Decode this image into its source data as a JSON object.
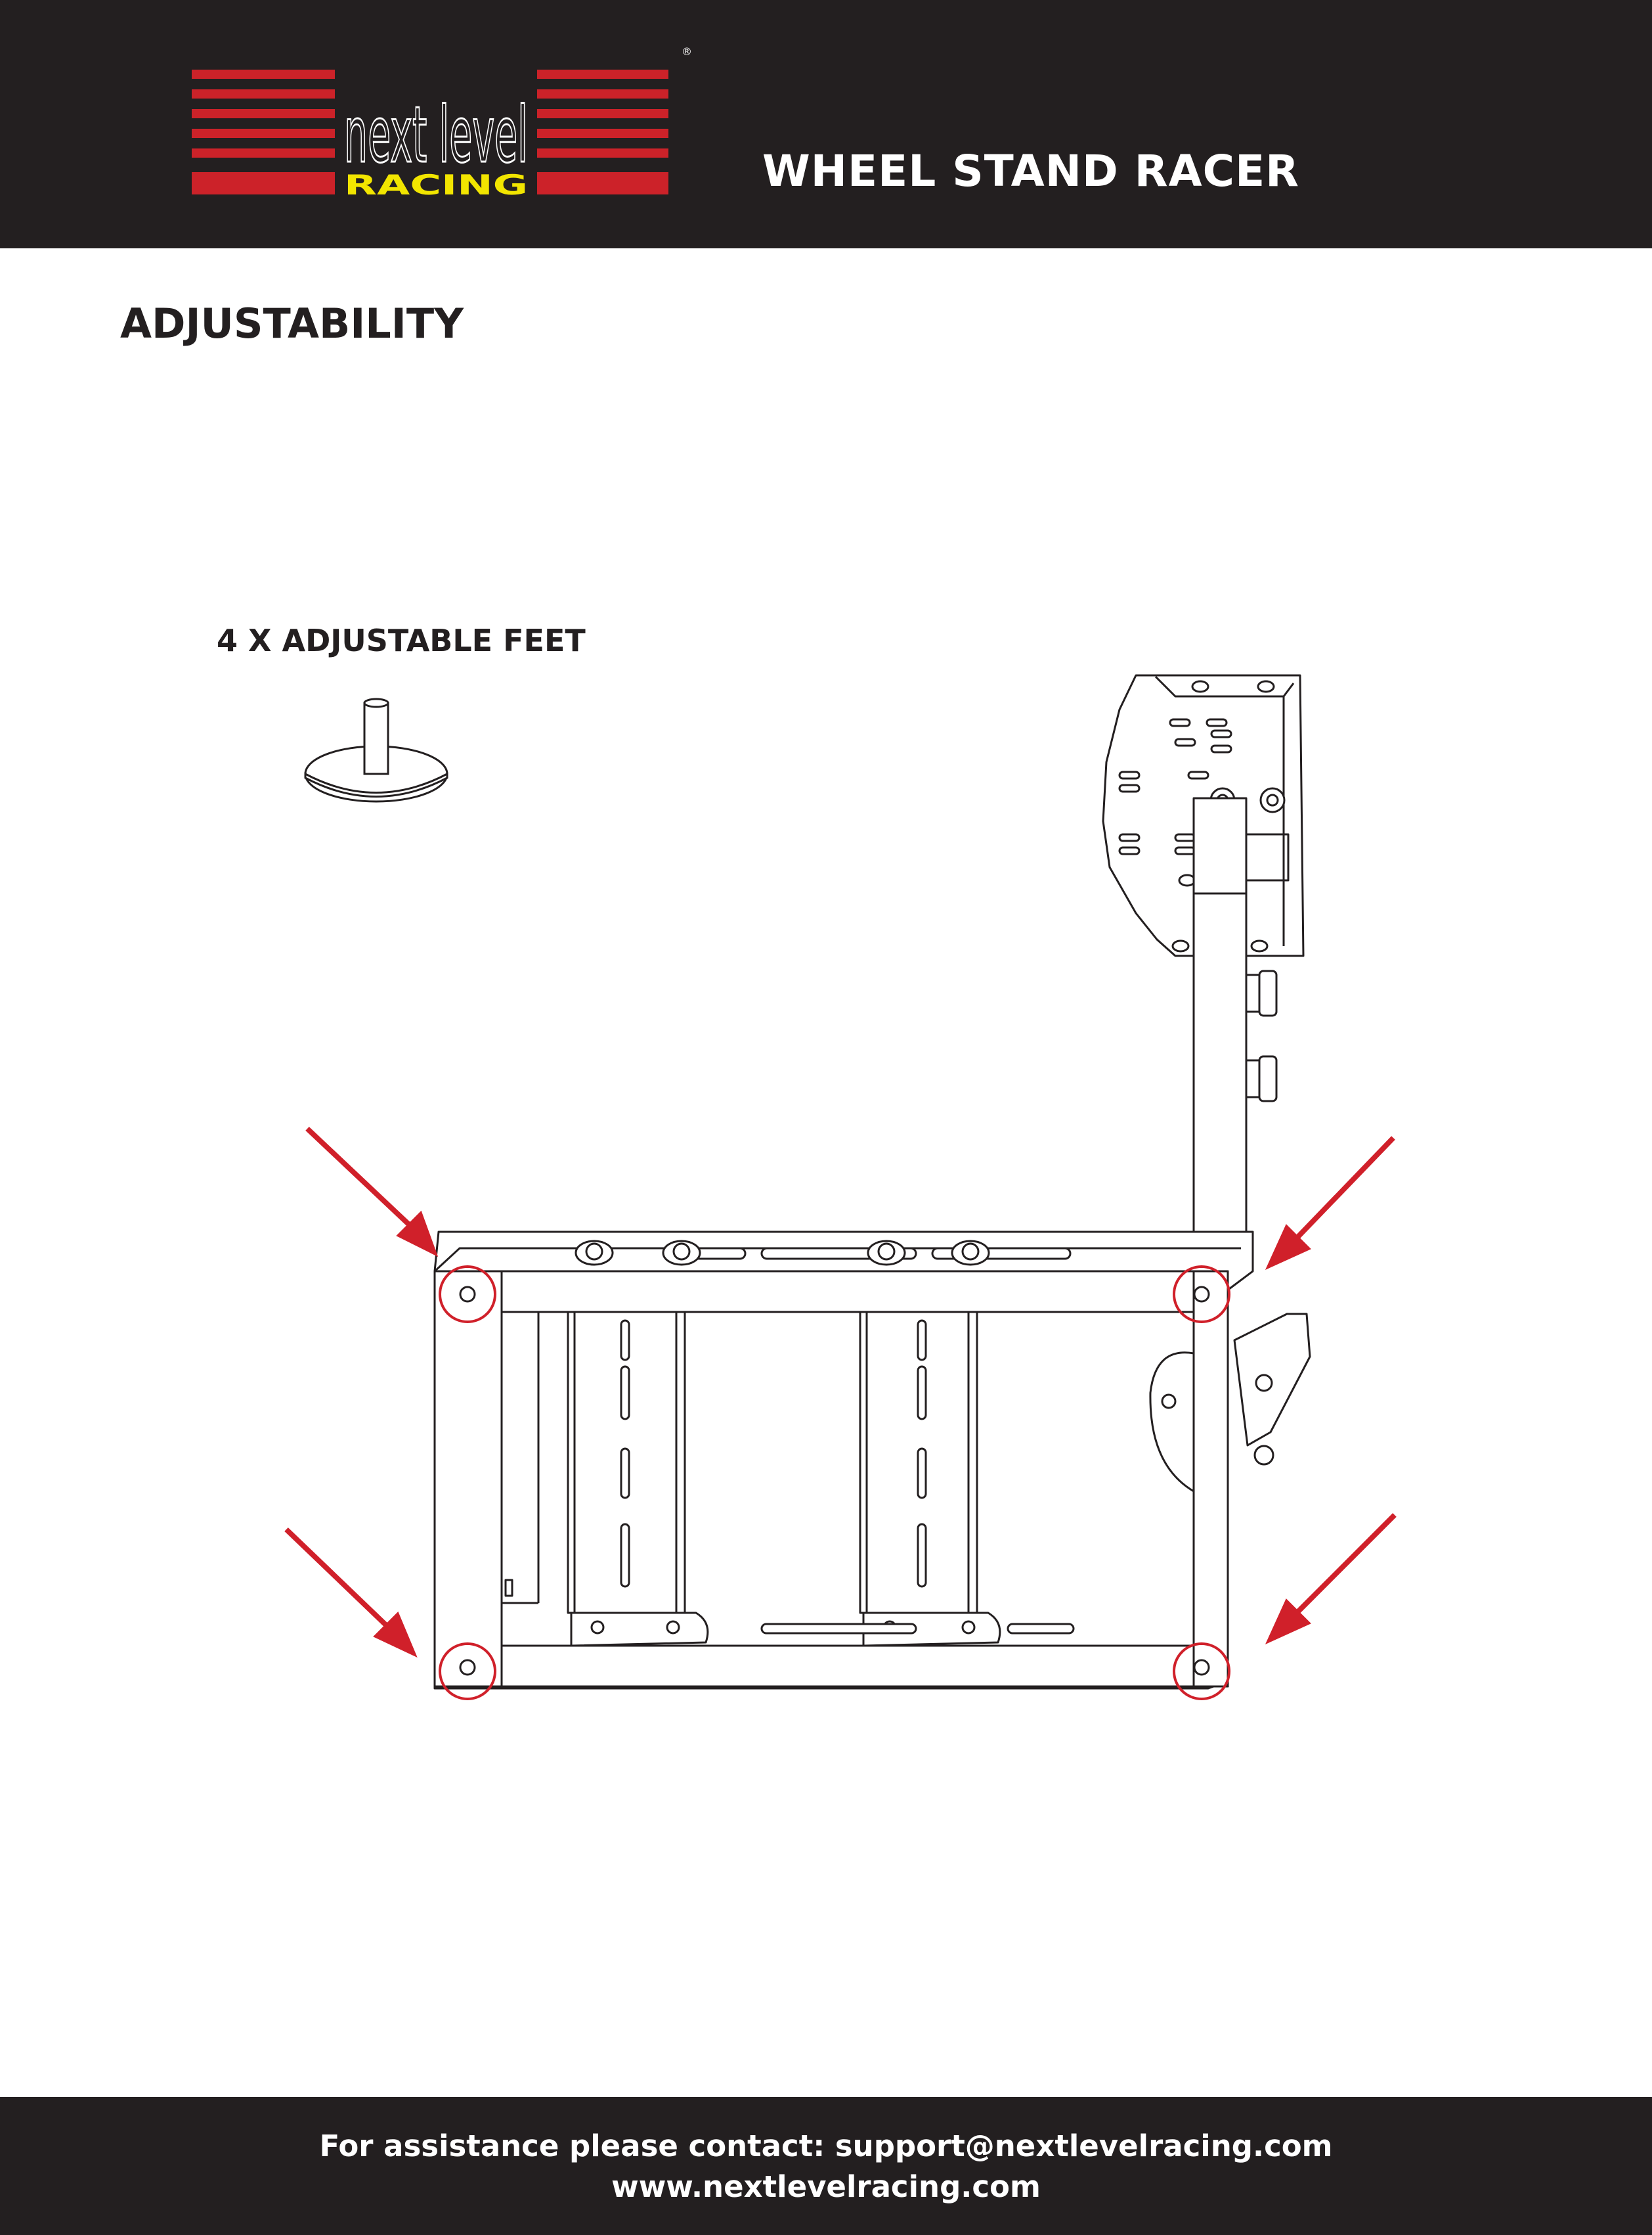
{
  "header": {
    "brand_wordmark": "next level",
    "brand_sub": "RACING",
    "registered_mark": "®",
    "title": "WHEEL STAND RACER"
  },
  "main": {
    "section_title": "ADJUSTABILITY",
    "callout_label": "4 X ADJUSTABLE FEET",
    "icons": [
      "adjustable-foot-icon",
      "wheel-stand-diagram",
      "red-arrow-icon",
      "red-circle-marker"
    ]
  },
  "footer": {
    "contact_line": "For assistance please contact: support@nextlevelracing.com",
    "website": "www.nextlevelracing.com"
  },
  "colors": {
    "header_bg": "#231f20",
    "brand_red": "#cc2229",
    "brand_yellow": "#f2e500",
    "highlight_red": "#d0202a"
  }
}
